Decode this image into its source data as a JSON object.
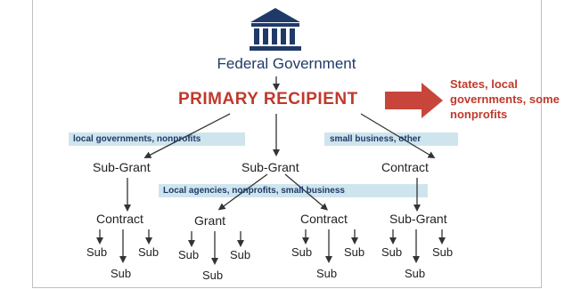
{
  "diagram": {
    "top_label": "Federal Government",
    "primary_label": "PRIMARY RECIPIENT",
    "primary_outflow_label": "States, local governments, some nonprofits",
    "band_left": "local governments,  nonprofits",
    "band_right": "small business,  other",
    "band_middle": "Local agencies, nonprofits, small business",
    "level1": [
      "Sub-Grant",
      "Sub-Grant",
      "Contract"
    ],
    "level2": [
      "Contract",
      "Grant",
      "Contract",
      "Sub-Grant"
    ],
    "sub_label": "Sub",
    "colors": {
      "navy": "#1f3a68",
      "red": "#c0392b",
      "band": "#cfe5ee"
    }
  }
}
